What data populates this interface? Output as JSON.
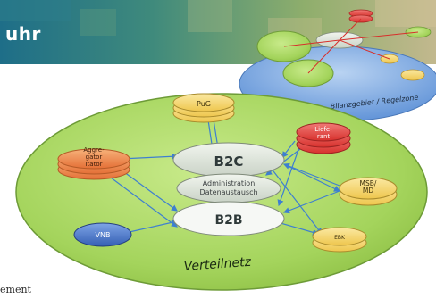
{
  "banner": {
    "title": "uhr"
  },
  "nodes": {
    "pug": "PuG",
    "aggregator": "Aggre-\ngator\nItator",
    "b2c": "B2C",
    "admin": "Administration\nDatenaustausch",
    "b2b": "B2B",
    "lieferant": "Liefe-\nrant",
    "msb": "MSB/\nMD",
    "vnb": "VNB",
    "ebk": "EBK"
  },
  "zones": {
    "verteilnetz": "Verteilnetz",
    "bilanzgebiet": "Bilanzgebiet / Regelzone"
  },
  "footer": {
    "text": "ement"
  },
  "colors": {
    "verteilnetz": "#a9d65a",
    "bilanzgebiet": "#7aa6e0",
    "ellipse_gray": "#dde4dc",
    "aggregator": "#f28a4a",
    "lieferant": "#e8413d",
    "vnb": "#4a78c8",
    "yellow": "#f7d96a",
    "arrow": "#3e7fd0"
  }
}
